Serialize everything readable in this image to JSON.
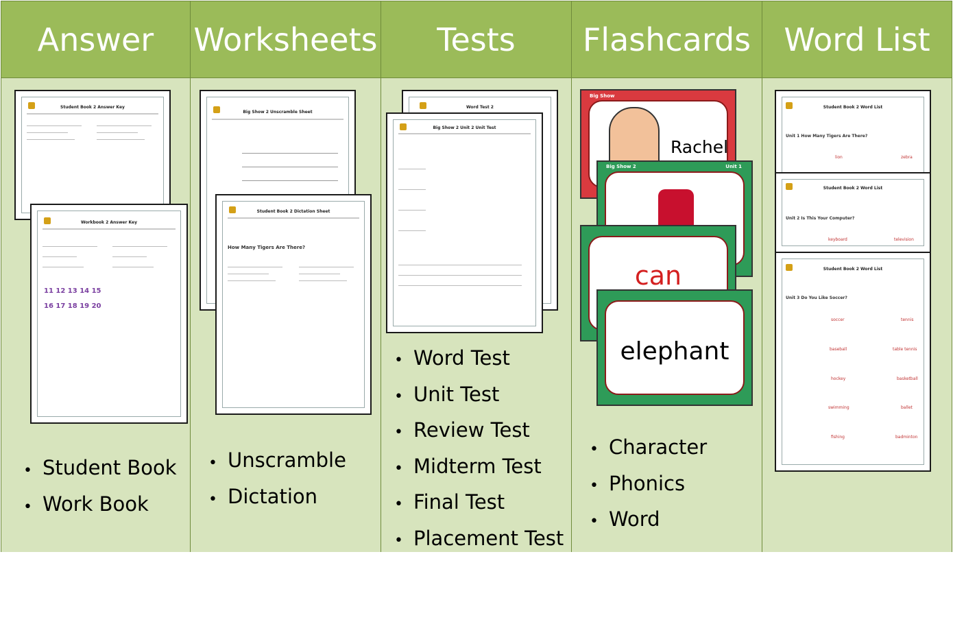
{
  "headers": [
    "Answer",
    "Worksheets",
    "Tests",
    "Flashcards",
    "Word List"
  ],
  "answer": {
    "items": [
      "Student Book",
      "Work Book"
    ],
    "sheet1_title": "Student Book 2 Answer Key",
    "sheet2_title": "Workbook 2 Answer Key"
  },
  "worksheets": {
    "items": [
      "Unscramble",
      "Dictation"
    ],
    "sheet1_title": "Big Show 2 Unscramble Sheet",
    "sheet2_title": "Student Book 2 Dictation Sheet",
    "sheet2_heading": "How Many Tigers Are There?"
  },
  "tests": {
    "items": [
      "Word Test",
      "Unit Test",
      "Review Test",
      "Midterm Test",
      "Final Test",
      "Placement Test"
    ],
    "sheet1_title": "Word Test 2",
    "sheet2_title": "Big Show 2 Unit 2 Unit Test"
  },
  "flashcards": {
    "items": [
      "Character",
      "Phonics",
      "Word"
    ],
    "card1_word": "Rachel",
    "card1_label": "Big Show",
    "card2_label": "Big Show 2",
    "card2_unit": "Unit 1",
    "card3_word": "can",
    "card4_word": "elephant",
    "colors": {
      "card_green": "#2e9b58",
      "card_red": "#d93a3f",
      "word_red": "#d42020"
    }
  },
  "wordlist": {
    "sheet_title": "Student Book 2 Word List",
    "unit1": "Unit 1 How Many Tigers Are There?",
    "unit2": "Unit 2 Is This Your Computer?",
    "unit3": "Unit 3 Do You Like Soccer?",
    "row1": [
      "lion",
      "zebra"
    ],
    "row2": [
      "keyboard",
      "television"
    ],
    "row3": [
      "soccer",
      "tennis",
      "baseball",
      "table tennis",
      "hockey",
      "basketball",
      "swimming",
      "ballet",
      "fishing",
      "badminton"
    ]
  },
  "colors": {
    "header_green": "#9bbb59",
    "cell_green": "#d7e4bd"
  }
}
